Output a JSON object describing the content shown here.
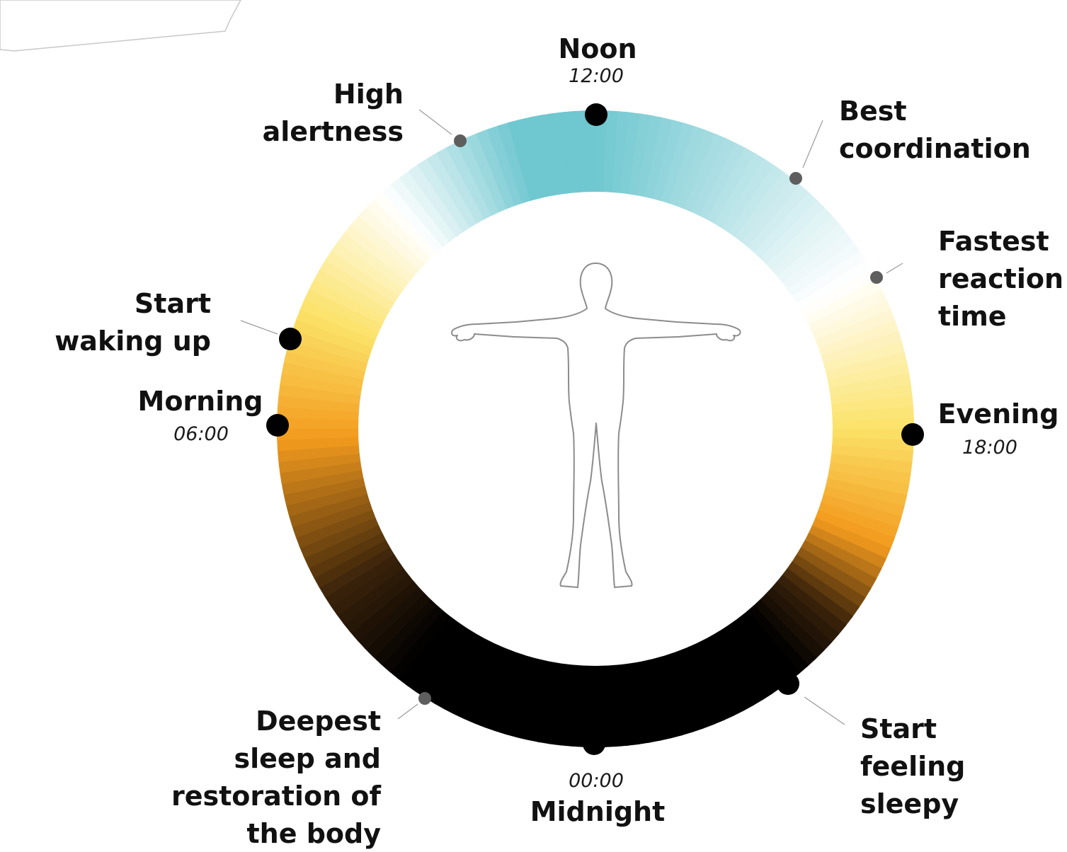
{
  "diagram": {
    "ring_colors": {
      "night": "#000000",
      "dark_brown": "#3b230a",
      "orange": "#f39b1e",
      "yellow": "#fbe268",
      "pale": "#ffffff",
      "teal": "#6fc7d0",
      "dot_major": "#000000",
      "dot_minor": "#5e5e5e"
    },
    "hours": {
      "noon": {
        "name": "Noon",
        "time": "12:00"
      },
      "evening": {
        "name": "Evening",
        "time": "18:00"
      },
      "midnight": {
        "name": "Midnight",
        "time": "00:00"
      },
      "morning": {
        "name": "Morning",
        "time": "06:00"
      }
    },
    "events": {
      "high_alertness": [
        "High",
        "alertness"
      ],
      "best_coordination": [
        "Best",
        "coordination"
      ],
      "fastest_reaction": [
        "Fastest",
        "reaction",
        "time"
      ],
      "start_waking_up": [
        "Start",
        "waking up"
      ],
      "deepest_sleep": [
        "Deepest",
        "sleep and",
        "restoration of",
        "the body"
      ],
      "start_feeling_sleepy": [
        "Start",
        "feeling",
        "sleepy"
      ]
    },
    "center_icon": "human-body-outline-icon"
  }
}
